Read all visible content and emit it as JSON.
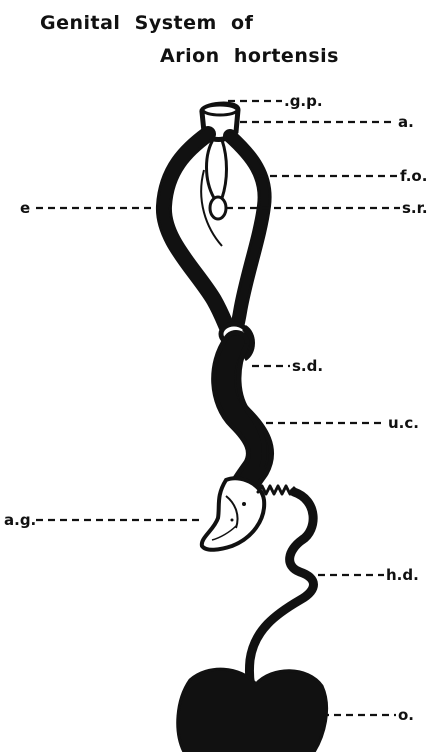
{
  "title": {
    "line1": "Genital  System  of",
    "line2": "Arion  hortensis"
  },
  "labels": {
    "gp": ".g.p.",
    "a": "a.",
    "fo": "f.o.",
    "e": "e",
    "sr": "s.r.",
    "sd": "s.d.",
    "uc": "u.c.",
    "ag": "a.g.",
    "hd": "h.d.",
    "o": "o."
  },
  "colors": {
    "ink": "#111111",
    "paper": "#ffffff"
  }
}
